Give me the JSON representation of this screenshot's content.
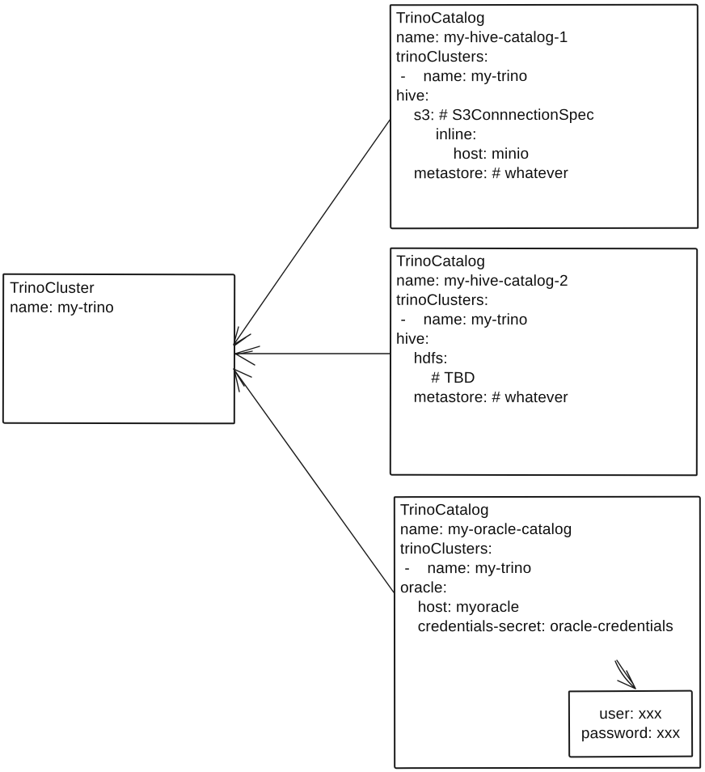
{
  "diagram": {
    "background": "#ffffff",
    "stroke_color": "#1b1b1b",
    "text_color": "#0f0f0f",
    "nodes": {
      "cluster": {
        "kind": "TrinoCluster",
        "lines": [
          "TrinoCluster",
          "name: my-trino"
        ]
      },
      "catalog1": {
        "kind": "TrinoCatalog",
        "lines": [
          "TrinoCatalog",
          "name: my-hive-catalog-1",
          "trinoClusters:",
          " -    name: my-trino",
          "hive:",
          "    s3: # S3ConnnectionSpec",
          "         inline:",
          "             host: minio",
          "    metastore: # whatever"
        ]
      },
      "catalog2": {
        "kind": "TrinoCatalog",
        "lines": [
          "TrinoCatalog",
          "name: my-hive-catalog-2",
          "trinoClusters:",
          " -    name: my-trino",
          "hive:",
          "    hdfs:",
          "        # TBD",
          "    metastore: # whatever"
        ]
      },
      "catalog3": {
        "kind": "TrinoCatalog",
        "lines": [
          "TrinoCatalog",
          "name: my-oracle-catalog",
          "trinoClusters:",
          " -    name: my-trino",
          "oracle:",
          "    host: myoracle",
          "    credentials-secret: oracle-credentials"
        ]
      },
      "secret": {
        "kind": "Secret",
        "lines": [
          "user: xxx",
          "password: xxx"
        ]
      }
    },
    "edges": [
      {
        "from": "catalog1",
        "to": "cluster"
      },
      {
        "from": "catalog2",
        "to": "cluster"
      },
      {
        "from": "catalog3",
        "to": "cluster"
      },
      {
        "from": "catalog3-credentials-secret",
        "to": "secret"
      }
    ]
  }
}
